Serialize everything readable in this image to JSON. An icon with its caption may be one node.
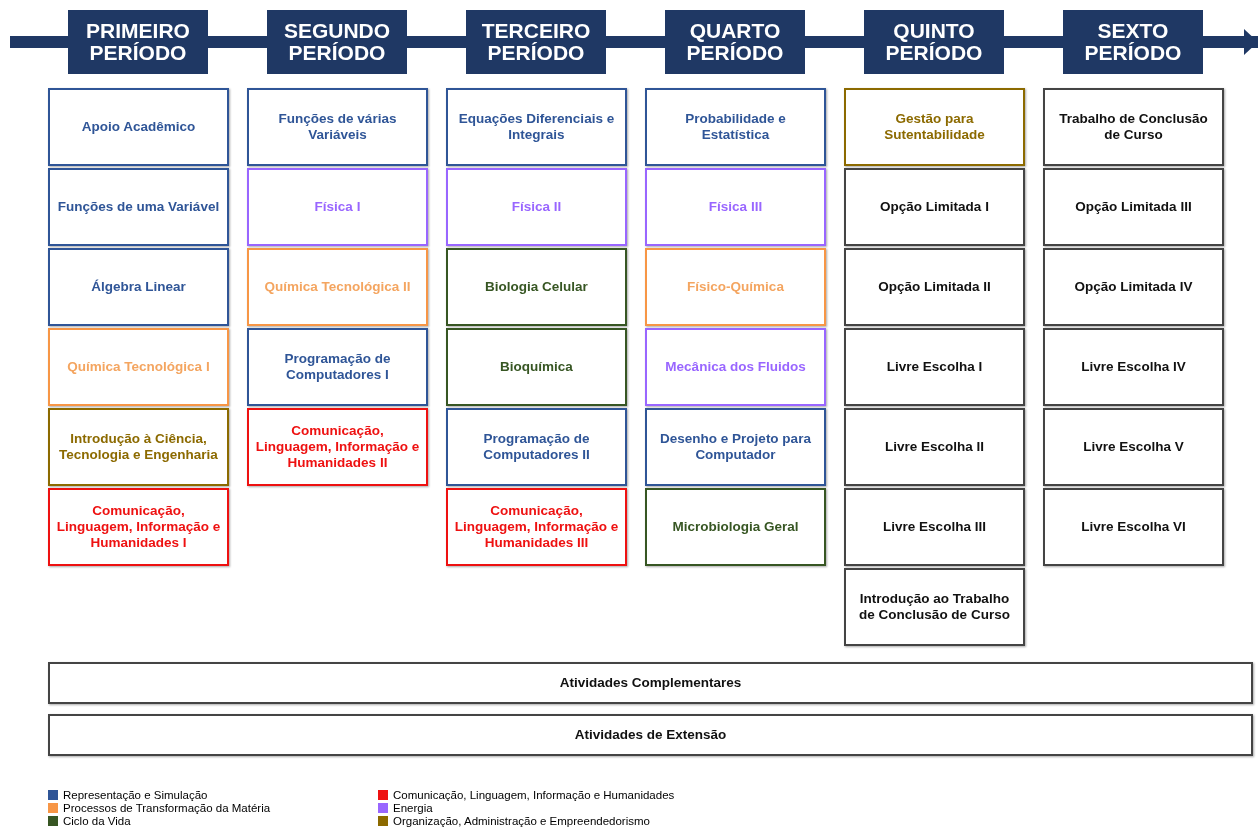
{
  "diagram": {
    "nodes": [
      {
        "text": [
          "PRIMEIRO PERÍODO"
        ]
      },
      {
        "text": [
          "SEGUNDO PERÍODO"
        ]
      },
      {
        "text": [
          "TERCEIRO PERÍODO"
        ]
      },
      {
        "text": [
          "QUARTO PERÍODO"
        ]
      },
      {
        "text": [
          "QUINTO PERÍODO"
        ]
      },
      {
        "text": [
          "SEXTO PERÍODO"
        ]
      },
      {
        "text": [
          "Apoio Acadêmico"
        ]
      },
      {
        "text": [
          "Funções de uma Variável"
        ]
      },
      {
        "text": [
          "Álgebra Linear"
        ]
      },
      {
        "text": [
          "Química Tecnológica I"
        ]
      },
      {
        "text": [
          "Introdução à Ciência, Tecnologia e Engenharia"
        ]
      },
      {
        "text": [
          "Comunicação, Linguagem, Informação e Humanidades I"
        ]
      },
      {
        "text": [
          "Funções de várias Variáveis"
        ]
      },
      {
        "text": [
          "Física I"
        ]
      },
      {
        "text": [
          "Química Tecnológica II"
        ]
      },
      {
        "text": [
          "Programação de Computadores I"
        ]
      },
      {
        "text": [
          "Comunicação, Linguagem, Informação e Humanidades II"
        ]
      },
      {
        "text": [
          "Equações Diferenciais e Integrais"
        ]
      },
      {
        "text": [
          "Física II"
        ]
      },
      {
        "text": [
          "Biologia Celular"
        ]
      },
      {
        "text": [
          "Bioquímica"
        ]
      },
      {
        "text": [
          "Programação de Computadores II"
        ]
      },
      {
        "text": [
          "Comunicação, Linguagem, Informação e Humanidades III"
        ]
      },
      {
        "text": [
          "Probabilidade e Estatística"
        ]
      },
      {
        "text": [
          "Física III"
        ]
      },
      {
        "text": [
          "Físico-Química"
        ]
      },
      {
        "text": [
          "Mecânica dos Fluidos"
        ]
      },
      {
        "text": [
          "Desenho e Projeto para Computador"
        ]
      },
      {
        "text": [
          "Microbiologia Geral"
        ]
      },
      {
        "text": [
          "Gestão para Sutentabilidade"
        ]
      },
      {
        "text": [
          "Opção Limitada I"
        ]
      },
      {
        "text": [
          "Opção Limitada II"
        ]
      },
      {
        "text": [
          "Livre Escolha I"
        ]
      },
      {
        "text": [
          "Livre Escolha II"
        ]
      },
      {
        "text": [
          "Livre Escolha III"
        ]
      },
      {
        "text": [
          "Introdução ao Trabalho de Conclusão de Curso"
        ]
      },
      {
        "text": [
          "Trabalho de Conclusão de Curso"
        ]
      },
      {
        "text": [
          "Opção Limitada III"
        ]
      },
      {
        "text": [
          "Opção Limitada IV"
        ]
      },
      {
        "text": [
          "Livre Escolha IV"
        ]
      },
      {
        "text": [
          "Livre Escolha V"
        ]
      },
      {
        "text": [
          "Livre Escolha VI"
        ]
      },
      {
        "text": [
          "Atividades Complementares"
        ]
      },
      {
        "text": [
          "Atividades de Extensão"
        ]
      }
    ],
    "edges": [
      {
        "from": null,
        "to": 0,
        "arrow": "none"
      },
      {
        "from": 0,
        "to": 1,
        "arrow": "none"
      },
      {
        "from": 1,
        "to": 2,
        "arrow": "none"
      },
      {
        "from": 2,
        "to": 3,
        "arrow": "none"
      },
      {
        "from": 3,
        "to": 4,
        "arrow": "none"
      },
      {
        "from": 4,
        "to": 5,
        "arrow": "none"
      },
      {
        "from": 5,
        "to": null,
        "arrow": "to"
      }
    ],
    "legend": [
      {
        "text": "Representação e Simulação",
        "color": "#2f5597"
      },
      {
        "text": "Processos de Transformação da Matéria",
        "color": "#f79646"
      },
      {
        "text": "Ciclo da Vida",
        "color": "#375623"
      },
      {
        "text": "Comunicação, Linguagem, Informação e Humanidades",
        "color": "#ee1111"
      },
      {
        "text": "Energia",
        "color": "#9966ff"
      },
      {
        "text": "Organização, Administração e Empreendedorismo",
        "color": "#8c6a00"
      }
    ]
  }
}
